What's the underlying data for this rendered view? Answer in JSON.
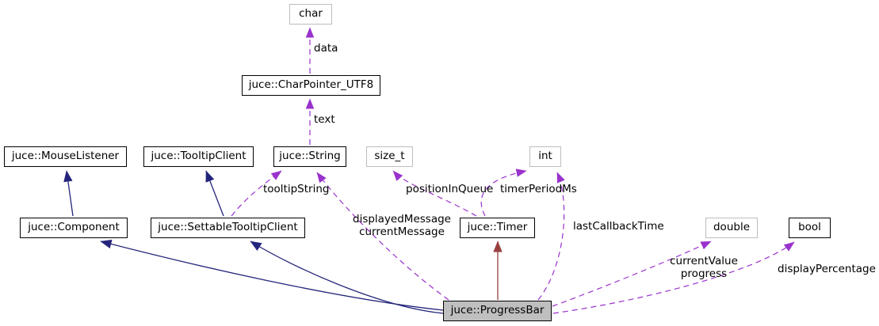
{
  "diagram": {
    "kind": "doxygen-collaboration-graph",
    "main_class": "juce::ProgressBar"
  },
  "colors": {
    "inheritance_edge": "#24247c",
    "private_inheritance_edge": "#9a4040",
    "usage_edge": "#9a32cd",
    "documented_border": "#000000",
    "external_border": "#bebebe",
    "node_fill": "#ffffff",
    "main_node_fill": "#bfbfbf"
  },
  "nodes": {
    "char": {
      "label": "char"
    },
    "char_pointer_utf8": {
      "label": "juce::CharPointer_UTF8"
    },
    "mouse_listener": {
      "label": "juce::MouseListener"
    },
    "tooltip_client": {
      "label": "juce::TooltipClient"
    },
    "string": {
      "label": "juce::String"
    },
    "size_t": {
      "label": "size_t"
    },
    "int": {
      "label": "int"
    },
    "component": {
      "label": "juce::Component"
    },
    "settable_tooltip_client": {
      "label": "juce::SettableTooltipClient"
    },
    "timer": {
      "label": "juce::Timer"
    },
    "double": {
      "label": "double"
    },
    "bool": {
      "label": "bool"
    },
    "progress_bar": {
      "label": "juce::ProgressBar"
    }
  },
  "edge_labels": {
    "data": "data",
    "text": "text",
    "tooltip_string": "tooltipString",
    "position_in_queue": "positionInQueue",
    "timer_period_ms": "timerPeriodMs",
    "displayed_message": "displayedMessage",
    "current_message": "currentMessage",
    "last_callback_time": "lastCallbackTime",
    "current_value": "currentValue",
    "progress": "progress",
    "display_percentage": "displayPercentage"
  }
}
